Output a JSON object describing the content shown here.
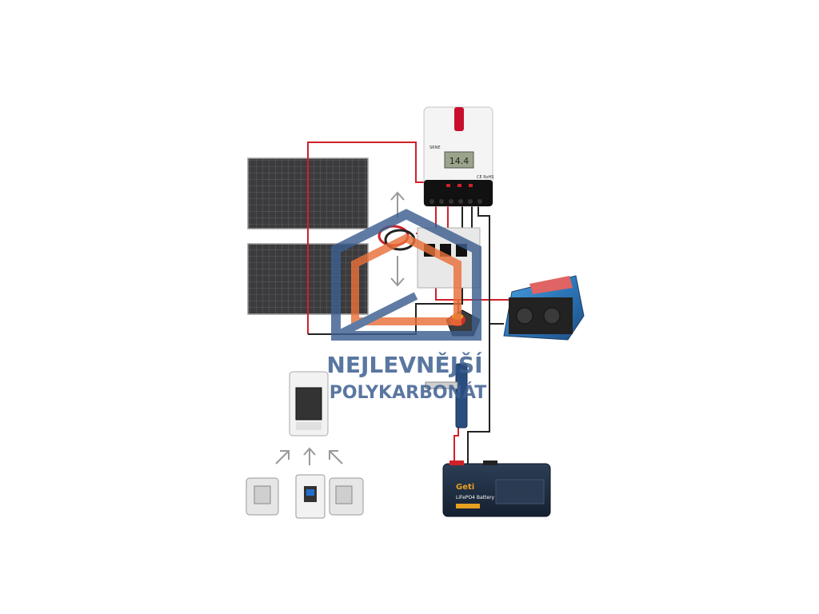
{
  "watermark": {
    "line1": "NEJLEVNĚJŠÍ",
    "line2": "POLYKARBONÁT",
    "color_blue": "#3d5f8f",
    "color_orange": "#e8703a"
  },
  "controller": {
    "brand": "SRNE",
    "display": "14.4",
    "ce_mark": "CE RoHS"
  },
  "battery": {
    "brand": "Geti",
    "model": "LiFePO4 Battery"
  },
  "colors": {
    "wire_red": "#d0202a",
    "wire_dark": "#222222",
    "panel_dark": "#3a3a3c",
    "inverter_blue": "#2f7fc0",
    "battery_body": "#1e2a3a",
    "arrow_gray": "#9a9a9a"
  },
  "icons": [
    "solar-panel-icon",
    "charge-controller-icon",
    "inverter-icon",
    "battery-icon",
    "battery-switch-icon",
    "fuse-holder-icon",
    "breaker-icon",
    "distribution-box-icon",
    "arrow-up-icon",
    "arrow-down-icon"
  ]
}
